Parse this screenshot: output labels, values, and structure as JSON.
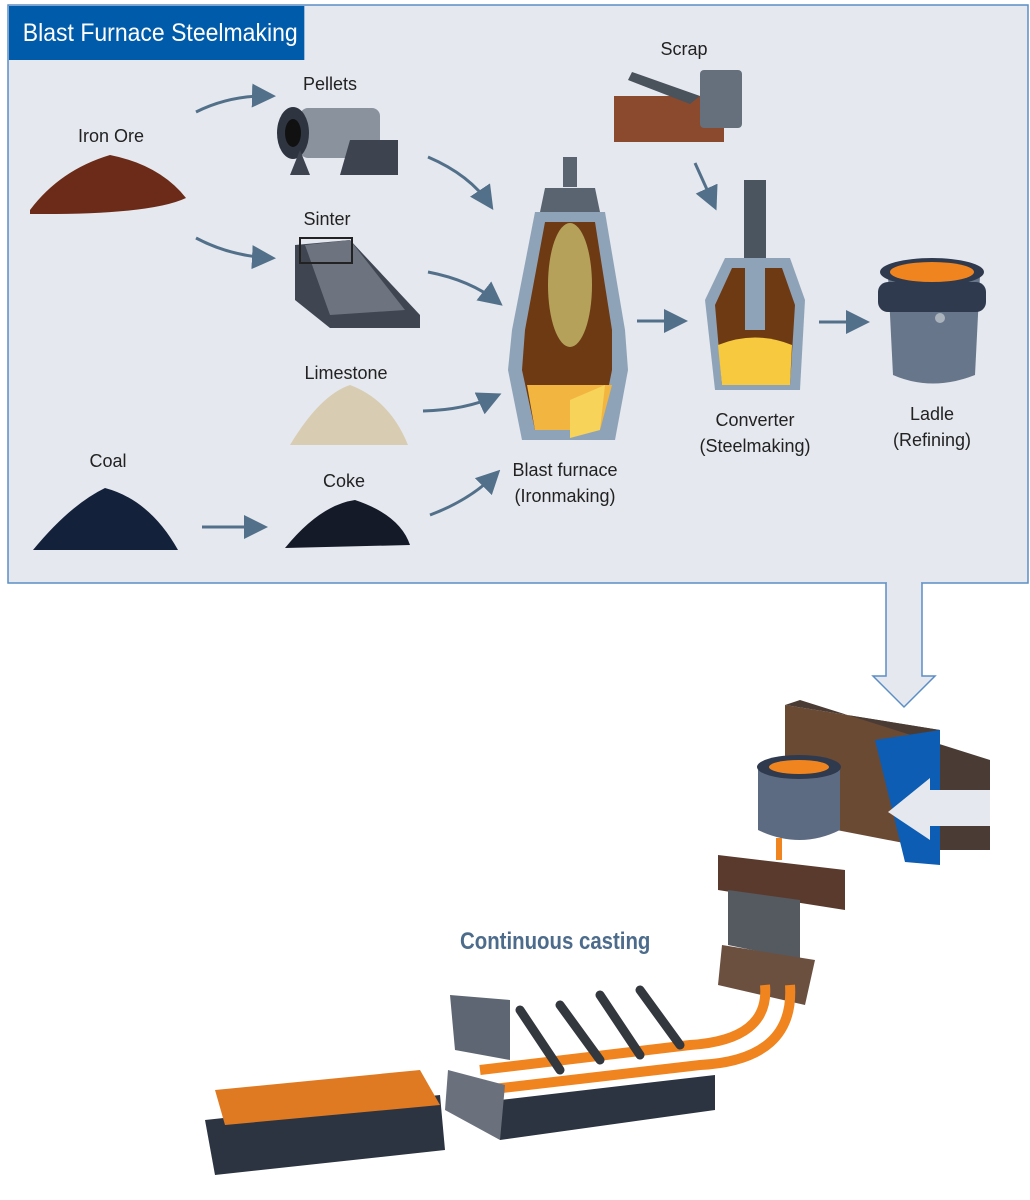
{
  "header": {
    "title": "Blast Furnace Steelmaking"
  },
  "materials": {
    "iron_ore": "Iron Ore",
    "pellets": "Pellets",
    "sinter": "Sinter",
    "limestone": "Limestone",
    "coal": "Coal",
    "coke": "Coke",
    "scrap": "Scrap"
  },
  "stages": {
    "blast_furnace": {
      "name": "Blast furnace",
      "sub": "(Ironmaking)"
    },
    "converter": {
      "name": "Converter",
      "sub": "(Steelmaking)"
    },
    "ladle": {
      "name": "Ladle",
      "sub": "(Refining)"
    }
  },
  "casting": {
    "title": "Continuous casting"
  },
  "colors": {
    "header": "#005baa",
    "panel": "#e5e8ee",
    "arrow": "#52708a",
    "molten": "#f0841f"
  }
}
